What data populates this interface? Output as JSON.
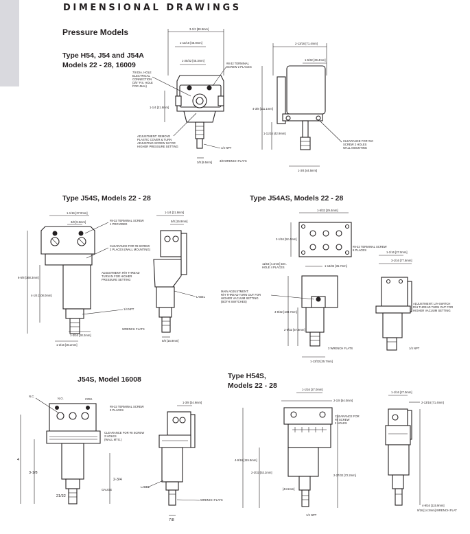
{
  "header": {
    "title": "DIMENSIONAL DRAWINGS"
  },
  "section": {
    "title": "Pressure Models"
  },
  "blocks": {
    "h54": {
      "title_line1": "Type H54, J54 and J54A",
      "title_line2": "Models 22 - 28, 16009",
      "dims": {
        "overall_width": "3-1/2 [88.9mm]",
        "left_width": "1-13/16 [46.0mm]",
        "inner_width": "1-25/32 [45.3mm]",
        "side_width": "2-13/16 [71.4mm]",
        "side_inner": "1-5/32 [29.4mm]",
        "height_left": "1-1/4 [31.8mm]",
        "height_side": "4-3/8 [111.1mm]",
        "low_height": "1-11/16 [42.9mm]",
        "bottom_width": "1-3/4 [44.5mm]",
        "flat_width": "3/8 [9.5mm]"
      },
      "notes": {
        "hole": "7/8 DIA. HOLE ELECTRICAL CONNECTION (3/4\" P.S. HOLE FOR J54A)",
        "terminal": "#8-32 TERMINAL SCREW 2 PLACES",
        "adjust": "ADJUSTMENT: REMOVE PLASTIC COVER & TURN ADJUSTING SCREW IN FOR HIGHER PRESSURE SETTING",
        "npt": "1/4 NPT",
        "wrench": "3/8 WRENCH FLATS",
        "clearance": "CLEARANCE FOR #10 SCREW 2 HOLES WALL MOUNTING"
      }
    },
    "j54s": {
      "title": "Type J54S, Models 22 - 28",
      "dims": {
        "top_width": "1-1/16 [27.0mm]",
        "half": "3/8 [9.5mm]",
        "side_top": "1-1/4 [31.8mm]",
        "side_inner": "5/8 [15.9mm]",
        "height": "6-5/8 [168.3mm]",
        "height2": "4-1/4 [108.0mm]",
        "bottom": "1-3/16 [30.2mm]",
        "base": "1-3/16 [30.2mm]",
        "flat": "5/8 [15.9mm]"
      },
      "notes": {
        "terminal": "#8-32 TERMINAL SCREW 1 PROVIDED",
        "clearance": "CLEARANCE FOR #8 SCREW 2 PLACES (WALL MOUNTING)",
        "adjust": "ADJUSTMENT: R/H THREAD TURN IN FOR HIGHER PRESSURE SETTING",
        "label": "LABEL",
        "npt": "1/4 NPT",
        "wrench": "WRENCH FLATS"
      }
    },
    "j54as": {
      "title": "Type J54AS, Models 22 - 28",
      "dims": {
        "top": "1-5/32 [29.4mm]",
        "side": "2-1/16 [52.4mm]",
        "mount": "1-13/32 [35.7mm]",
        "height": "4-9/32 [108.7mm]",
        "low": "2-9/32 [57.9mm]",
        "flat": "1-13/32 [35.7mm]",
        "right_top": "1-1/16 [27.0mm]",
        "right_side": "3-1/16 [77.8mm]"
      },
      "notes": {
        "terminal": "#8-32 TERMINAL SCREW 6 PLACES",
        "holes": "11/64 [4.4mm] DIA. HOLE 4 PLACES",
        "adjust": "MAIN ADJUSTMENT: R/H THREAD TURN OUT FOR HIGHER VACUUM SETTING (BOTH SWITCHES)",
        "adjust2": "ADJUSTMENT: L/H-SWITCH R/H THREAD TURN OUT FOR HIGHER VACUUM SETTING",
        "wrench": "3 WRENCH FLATS",
        "npt": "1/4 NPT"
      }
    },
    "j54s_16008": {
      "title": "J54S, Model 16008",
      "dims": {
        "side": "1-3/8 [34.9mm]",
        "h1": "4",
        "h2": "3-1/8",
        "h3": "2-3/4",
        "bottom": "21/32",
        "flat": "7/8"
      },
      "notes": {
        "nc": "N.C.",
        "no": "N.O.",
        "com": "COM.",
        "terminal": "#8-32 TERMINAL SCREW 3 PLACES",
        "clearance": "CLEARANCE FOR #8 SCREW 2 HOLES (WALL MTG.)",
        "label": "LABEL",
        "wrench": "WRENCH FLATS",
        "gauge": "GAUGE"
      }
    },
    "h54s": {
      "title_line1": "Type H54S,",
      "title_line2": "Models 22 - 28",
      "dims": {
        "top": "1-1/16 [27.0mm]",
        "side": "2-1/8 [54.0mm]",
        "right_top": "1-1/16 [27.0mm]",
        "right_side": "2-13/16 [71.4mm]",
        "height": "4-9/16 [115.9mm]",
        "low": "2-3/32 [53.2mm]",
        "mid": "2-27/32 [72.2mm]",
        "bottom": "[44.5mm]",
        "right_h": "4-9/16 [115.9mm]",
        "wrench": "9/16 [14.3mm] WRENCH FLAT"
      },
      "notes": {
        "clearance": "CLEARANCE FOR #8 SCREW 2 HOLES",
        "npt": "1/4 NPT"
      }
    }
  }
}
